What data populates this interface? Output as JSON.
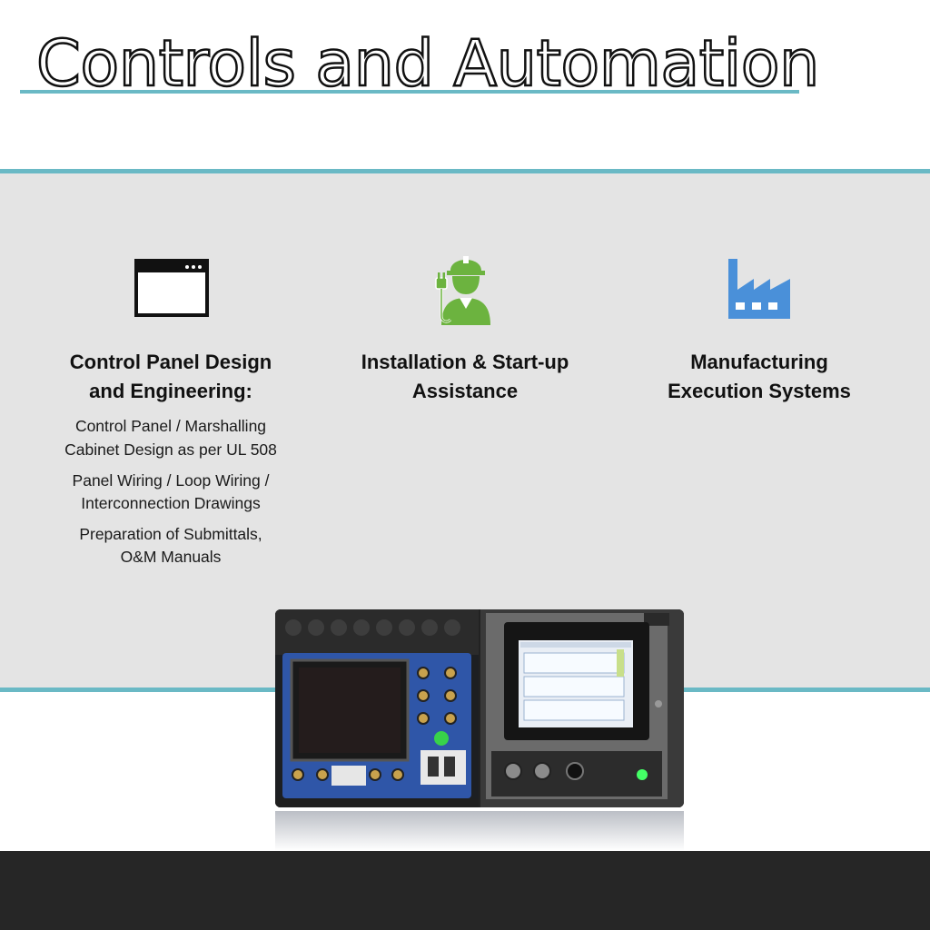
{
  "slide": {
    "title": "Controls and Automation",
    "colors": {
      "accent": "#6ab9c5",
      "band": "#e4e4e4",
      "green_icon": "#6cb33f",
      "blue_icon": "#4a90d9",
      "footer": "#262626"
    }
  },
  "columns": [
    {
      "icon": "browser-window-icon",
      "heading_line1": "Control Panel Design",
      "heading_line2": "and Engineering:",
      "items": [
        {
          "line1": "Control Panel / Marshalling",
          "line2": "Cabinet Design as per UL 508"
        },
        {
          "line1": "Panel Wiring / Loop Wiring /",
          "line2": "Interconnection Drawings"
        },
        {
          "line1": "Preparation of Submittals,",
          "line2": "O&M Manuals"
        }
      ]
    },
    {
      "icon": "electrician-worker-icon",
      "heading_line1": "Installation & Start-up",
      "heading_line2": "Assistance"
    },
    {
      "icon": "factory-icon",
      "heading_line1": "Manufacturing",
      "heading_line2": "Execution Systems"
    }
  ],
  "photo": {
    "description_icon": "control-panel-photo"
  }
}
